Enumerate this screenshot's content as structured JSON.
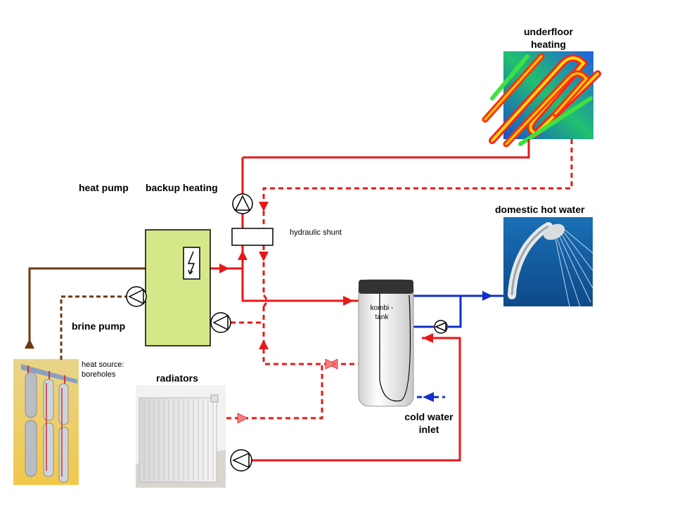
{
  "labels": {
    "underfloor_line1": "underfloor",
    "underfloor_line2": "heating",
    "heat_pump": "heat pump",
    "backup_heating": "backup heating",
    "domestic_hot_water": "domestic hot water",
    "hydraulic_shunt": "hydraulic shunt",
    "brine_pump": "brine pump",
    "kombi_line1": "kombi -",
    "kombi_line2": "tank",
    "heat_source_line1": "heat source:",
    "heat_source_line2": "boreholes",
    "radiators": "radiators",
    "cold_water_line1": "cold water",
    "cold_water_line2": "inlet"
  },
  "colors": {
    "supply_hot": "#e81818",
    "return_pink": "#f08080",
    "brine": "#6b3a10",
    "cold_water": "#1030c8",
    "heat_pump_body": "#d4e88a"
  },
  "icons": [
    "pump-icon",
    "flash-icon",
    "flow-arrow-icon"
  ]
}
